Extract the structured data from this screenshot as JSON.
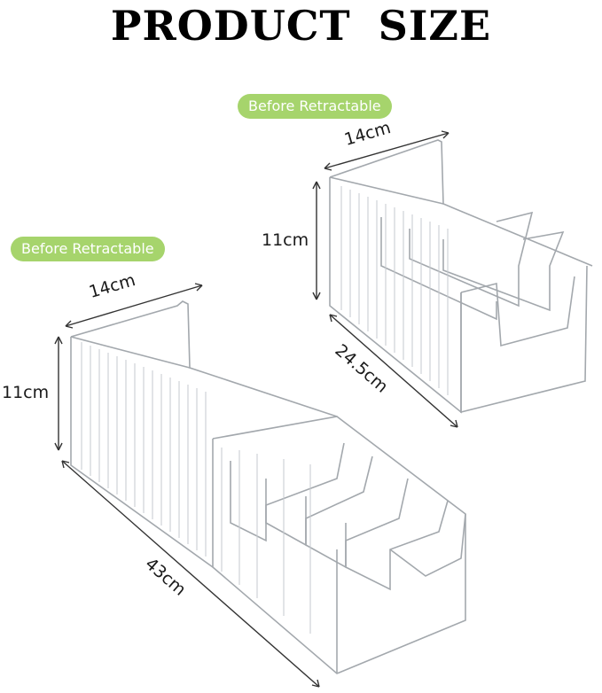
{
  "title": "PRODUCT SIZE",
  "badges": {
    "top": "Before Retractable",
    "left": "Before Retractable"
  },
  "small_bin": {
    "width": "14cm",
    "height": "11cm",
    "length": "24.5cm"
  },
  "large_bin": {
    "width": "14cm",
    "height": "11cm",
    "length": "43cm"
  },
  "colors": {
    "badge": "#a6d46c",
    "outline": "#9aa0a6",
    "dimension_line": "#333333"
  }
}
